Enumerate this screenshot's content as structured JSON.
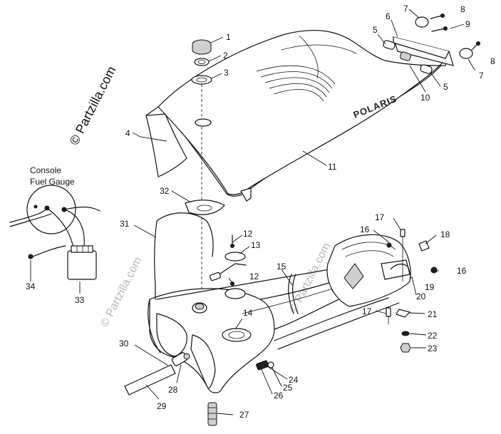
{
  "watermark": {
    "main": "© Partzilla.com",
    "faint": "© Partzilla.com"
  },
  "console_label": {
    "line1": "Console",
    "line2": "Fuel Gauge"
  },
  "brand_text": "POLARIS",
  "callouts": [
    "1",
    "2",
    "3",
    "4",
    "5",
    "5",
    "6",
    "7",
    "7",
    "8",
    "8",
    "9",
    "10",
    "11",
    "12",
    "12",
    "13",
    "14",
    "15",
    "16",
    "16",
    "17",
    "17",
    "18",
    "19",
    "20",
    "21",
    "22",
    "23",
    "24",
    "25",
    "26",
    "27",
    "28",
    "29",
    "30",
    "31",
    "32",
    "33",
    "34"
  ]
}
